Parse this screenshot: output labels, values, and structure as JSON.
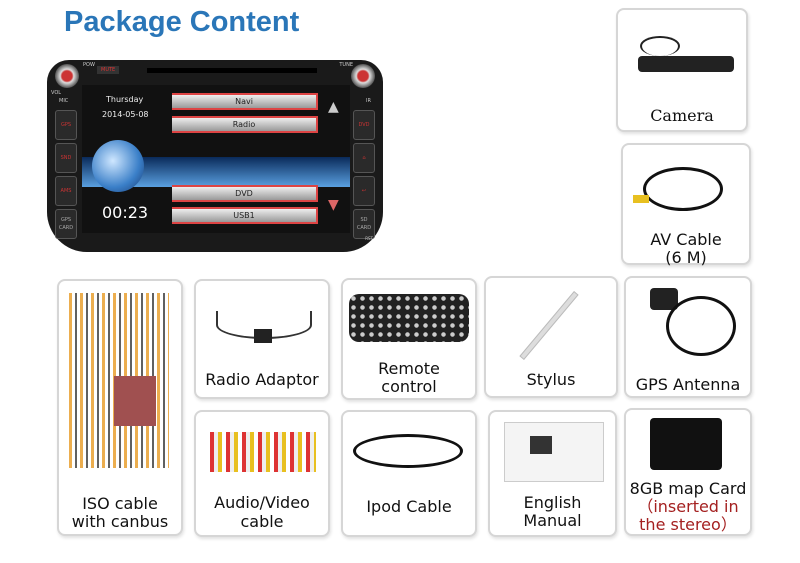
{
  "title": "Package Content",
  "stereo": {
    "day": "Thursday",
    "date": "2014-05-08",
    "time": "00:23",
    "menu": [
      "Navi",
      "Radio",
      "DVD",
      "USB1"
    ],
    "top_buttons": [
      "POW",
      "MUTE",
      "TUNE"
    ],
    "left_buttons": [
      "VOL",
      "MIC",
      "GPS",
      "SND",
      "AMS",
      "GPS CARD"
    ],
    "right_buttons": [
      "IR",
      "DVD",
      "SD CARD",
      "RST"
    ]
  },
  "items": [
    {
      "label": "Camera"
    },
    {
      "label": "AV Cable",
      "sub": "(6 M)"
    },
    {
      "label": "ISO cable",
      "sub": "with canbus"
    },
    {
      "label": "Radio Adaptor"
    },
    {
      "label": "Remote",
      "sub": "control"
    },
    {
      "label": "Stylus"
    },
    {
      "label": "GPS Antenna"
    },
    {
      "label": "Audio/Video",
      "sub": "cable"
    },
    {
      "label": "Ipod Cable"
    },
    {
      "label": "English",
      "sub": "Manual"
    },
    {
      "label": "8GB map Card",
      "note1": "（inserted in",
      "note2": "the stereo）"
    }
  ],
  "colors": {
    "title": "#2a76b8",
    "note": "#a42020"
  }
}
